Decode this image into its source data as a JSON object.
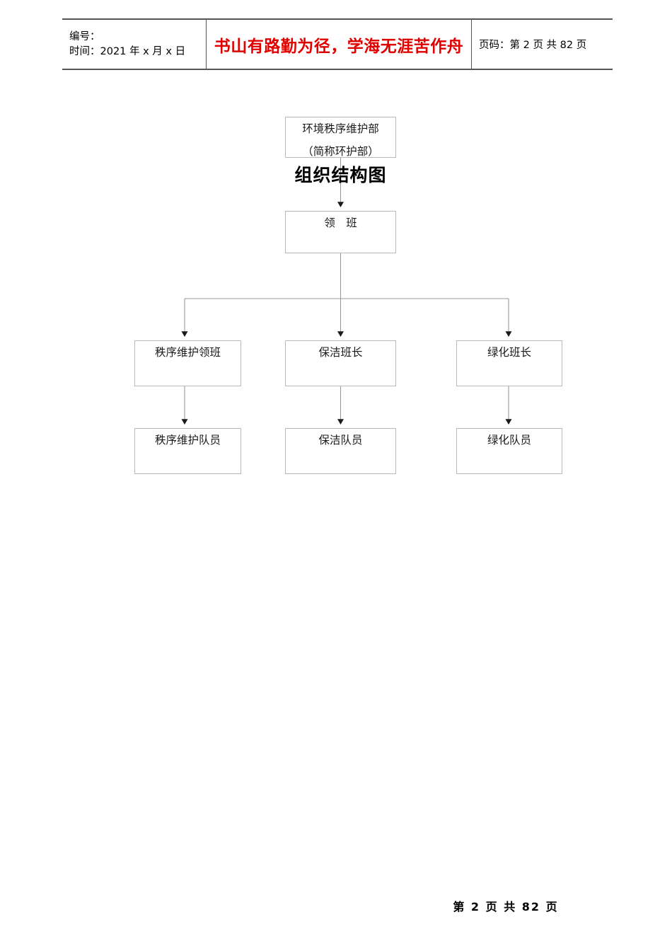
{
  "header": {
    "left_cell": {
      "line1": "编号：",
      "line2": "时间：2021 年 x 月 x 日"
    },
    "slogan": "书山有路勤为径，学海无涯苦作舟",
    "page_label": "页码：",
    "page_current_prefix": "第",
    "page_current": "2",
    "page_unit": "页",
    "page_total_prefix": "共",
    "page_total": "82",
    "page_total_unit": "页",
    "page_full": "页码：第 2 页  共 82 页",
    "slogan_color": "#e00000",
    "border_color": "#555555"
  },
  "chart_data": {
    "type": "diagram",
    "title": "组织结构图",
    "nodes": [
      {
        "id": "dept",
        "label_line1": "环境秩序维护部",
        "label_line2": "（简称环护部）",
        "level": 0
      },
      {
        "id": "leader",
        "label_line1": "领　班",
        "label_line2": "",
        "level": 1
      },
      {
        "id": "mid-1",
        "label_line1": "秩序维护领班",
        "label_line2": "",
        "level": 2
      },
      {
        "id": "mid-2",
        "label_line1": "保洁班长",
        "label_line2": "",
        "level": 2
      },
      {
        "id": "mid-3",
        "label_line1": "绿化班长",
        "label_line2": "",
        "level": 2
      },
      {
        "id": "bottom-1",
        "label_line1": "秩序维护队员",
        "label_line2": "",
        "level": 3
      },
      {
        "id": "bottom-2",
        "label_line1": "保洁队员",
        "label_line2": "",
        "level": 3
      },
      {
        "id": "bottom-3",
        "label_line1": "绿化队员",
        "label_line2": "",
        "level": 3
      }
    ],
    "edges": [
      {
        "from": "dept",
        "to": "leader"
      },
      {
        "from": "leader",
        "to": "mid-1"
      },
      {
        "from": "leader",
        "to": "mid-2"
      },
      {
        "from": "leader",
        "to": "mid-3"
      },
      {
        "from": "mid-1",
        "to": "bottom-1"
      },
      {
        "from": "mid-2",
        "to": "bottom-2"
      },
      {
        "from": "mid-3",
        "to": "bottom-3"
      }
    ],
    "node_border_color": "#b9b9b9",
    "connector_color": "#9a9a9a",
    "arrow_color": "#1a1a1a"
  },
  "footer": {
    "text": "第 2 页 共 82 页",
    "current_page": "2",
    "total_pages": "82"
  }
}
